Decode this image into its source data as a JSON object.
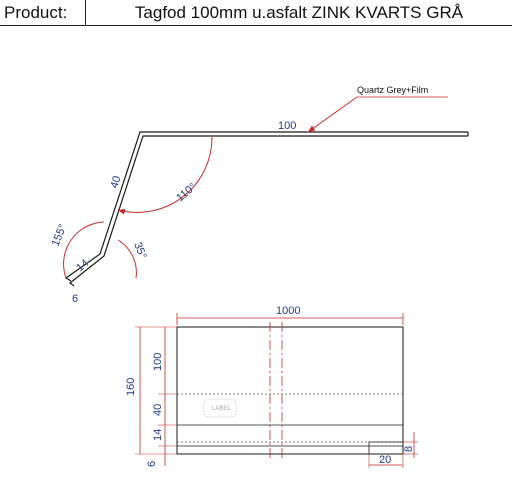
{
  "header": {
    "product_label": "Product:",
    "product_value": "Tagfod 100mm u.asfalt  ZINK KVARTS GRÅ"
  },
  "profile": {
    "note": "Quartz Grey+Film",
    "dims": {
      "top": "100",
      "slope": "40",
      "hem": "14",
      "tail": "6",
      "angle_main": "110°",
      "angle_bend": "155°",
      "angle_hem": "35°"
    }
  },
  "elevation": {
    "width": "1000",
    "heights": {
      "total": "160",
      "h1": "100",
      "h2": "40",
      "h3": "14",
      "h4": "6"
    },
    "notch_w": "20",
    "notch_h": "8",
    "label_stamp": "LABEL"
  },
  "colors": {
    "line": "#1a1a1a",
    "dim": "#1f3a93",
    "arrow": "#cc2a2a"
  }
}
